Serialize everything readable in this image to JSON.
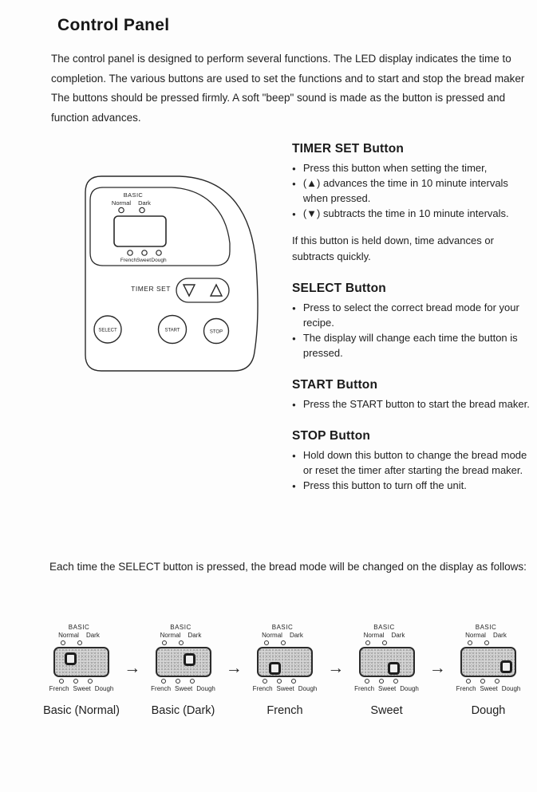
{
  "page": {
    "title": "Control Panel",
    "intro_lines": [
      "The control panel is designed to perform several functions.  The LED display indicates the time to",
      "completion.  The various buttons are used to set the functions and to start and stop the bread maker",
      "The buttons should be pressed firmly.  A soft \"beep\" sound is made as the button is pressed and",
      "function advances."
    ]
  },
  "panel_diagram": {
    "basic_label": "BASIC",
    "normal_label": "Normal",
    "dark_label": "Dark",
    "french_label": "French",
    "sweet_label": "Sweet",
    "dough_label": "Dough",
    "timer_set_label": "TIMER SET",
    "select_label": "SELECT",
    "start_label": "START",
    "stop_label": "STOP"
  },
  "sections": [
    {
      "heading": "TIMER SET Button",
      "bullets": [
        "Press this button when setting the timer,",
        "(▲) advances the time in 10 minute intervals when pressed.",
        "(▼) subtracts the time in 10 minute intervals."
      ],
      "note": "If this button is held down, time advances or subtracts quickly."
    },
    {
      "heading": "SELECT Button",
      "bullets": [
        "Press to select the correct bread mode for your recipe.",
        "The display will change each time the button is pressed."
      ]
    },
    {
      "heading": "START Button",
      "bullets": [
        "Press the START button to start the bread maker."
      ]
    },
    {
      "heading": "STOP Button",
      "bullets": [
        "Hold down this button to change the bread mode or reset the timer after starting the bread maker.",
        "Press this button to turn off the unit."
      ]
    }
  ],
  "select_note": "Each time the SELECT button is pressed, the bread mode will be changed on the display as follows:",
  "mode_display": {
    "basic": "BASIC",
    "normal": "Normal",
    "dark": "Dark",
    "french": "French",
    "sweet": "Sweet",
    "dough": "Dough"
  },
  "modes": [
    {
      "caption": "Basic (Normal)",
      "indicator": "normal"
    },
    {
      "caption": "Basic (Dark)",
      "indicator": "dark"
    },
    {
      "caption": "French",
      "indicator": "french"
    },
    {
      "caption": "Sweet",
      "indicator": "sweet"
    },
    {
      "caption": "Dough",
      "indicator": "dough"
    }
  ],
  "arrow_glyph": "→"
}
